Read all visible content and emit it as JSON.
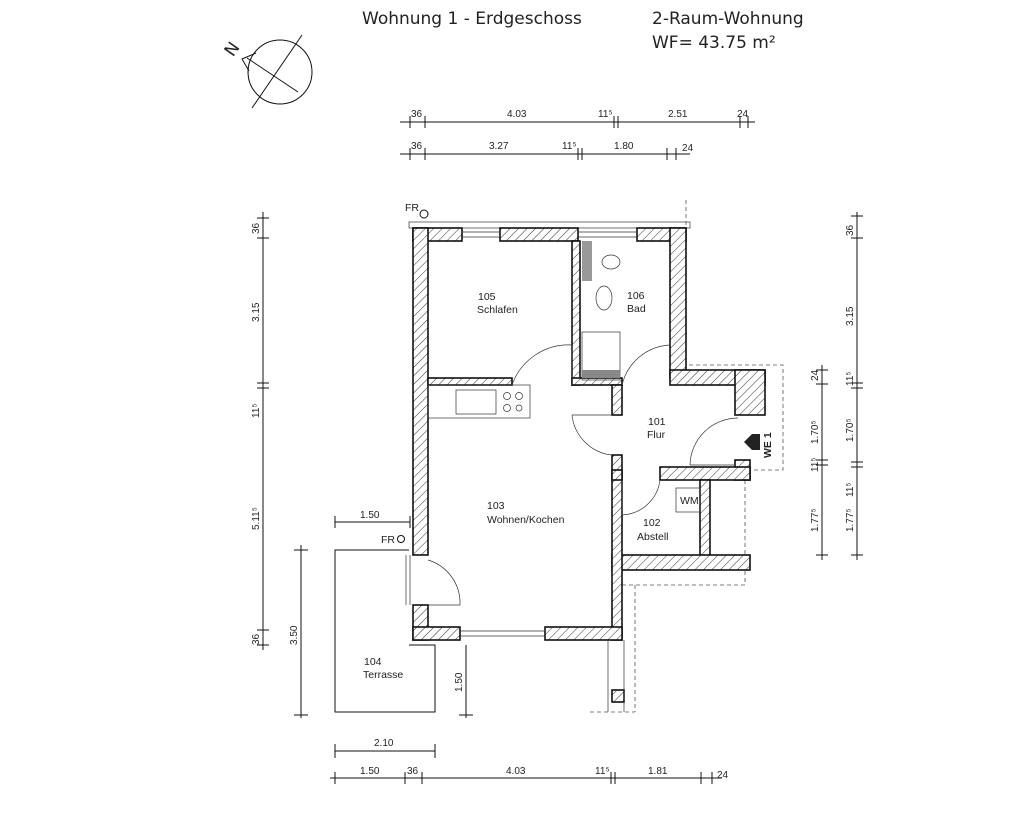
{
  "header": {
    "title": "Wohnung 1 - Erdgeschoss",
    "unit_type": "2-Raum-Wohnung",
    "living_area": "WF= 43.75 m²"
  },
  "compass": {
    "label": "N",
    "icon": "north-arrow-icon"
  },
  "rooms": [
    {
      "number": "105",
      "name": "Schlafen"
    },
    {
      "number": "106",
      "name": "Bad"
    },
    {
      "number": "101",
      "name": "Flur"
    },
    {
      "number": "103",
      "name": "Wohnen/Kochen"
    },
    {
      "number": "102",
      "name": "Abstell"
    },
    {
      "number": "104",
      "name": "Terrasse"
    }
  ],
  "labels": {
    "fr": "FR",
    "wm": "WM",
    "entrance": "WE 1"
  },
  "dimensions": {
    "top_outer": [
      "36",
      "4.03",
      "11⁵",
      "2.51",
      "24"
    ],
    "top_inner": [
      "36",
      "3.27",
      "11⁵",
      "1.80",
      "24"
    ],
    "left": [
      "36",
      "3.15",
      "11⁵",
      "5.11⁵",
      "36"
    ],
    "right_outer": [
      "36",
      "3.15",
      "11⁵",
      "1.70⁵",
      "11⁵",
      "1.77⁵"
    ],
    "right_inner": [
      "24",
      "1.70⁵",
      "11⁵",
      "1.77⁵"
    ],
    "bottom": [
      "1.50",
      "36",
      "4.03",
      "11⁵",
      "1.81",
      "24"
    ],
    "terrace_width": "2.10",
    "terrace_depth": "3.50",
    "terrace_offset": "1.50",
    "front_offset": "1.50"
  }
}
